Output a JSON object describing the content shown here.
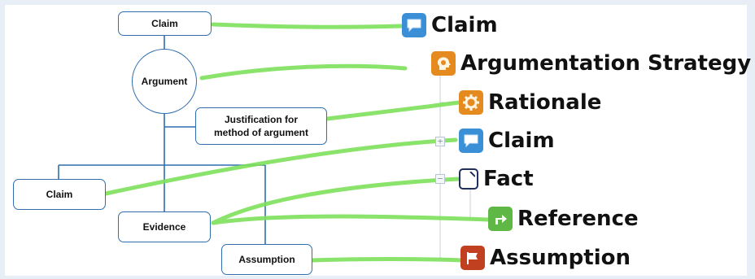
{
  "diagram": {
    "left": {
      "claim_top": "Claim",
      "argument": "Argument",
      "justification": "Justification for\nmethod of argument",
      "claim_bottom": "Claim",
      "evidence": "Evidence",
      "assumption": "Assumption"
    },
    "tree": {
      "nodes": [
        {
          "label": "Claim",
          "icon": "speech-bubble-icon",
          "color": "#3a8fd6"
        },
        {
          "label": "Argumentation Strategy",
          "icon": "head-gear-icon",
          "color": "#e58a1f"
        },
        {
          "label": "Rationale",
          "icon": "gear-icon",
          "color": "#e58a1f"
        },
        {
          "label": "Claim",
          "icon": "speech-bubble-icon",
          "color": "#3a8fd6"
        },
        {
          "label": "Fact",
          "icon": "document-icon",
          "color": "#1f2f5e"
        },
        {
          "label": "Reference",
          "icon": "arrow-reference-icon",
          "color": "#5fb845"
        },
        {
          "label": "Assumption",
          "icon": "flag-icon",
          "color": "#c0401f"
        }
      ],
      "toggles": [
        "−",
        "+",
        "−"
      ]
    },
    "colors": {
      "box_border": "#2f6fb0",
      "connector": "#7ee05a"
    }
  }
}
